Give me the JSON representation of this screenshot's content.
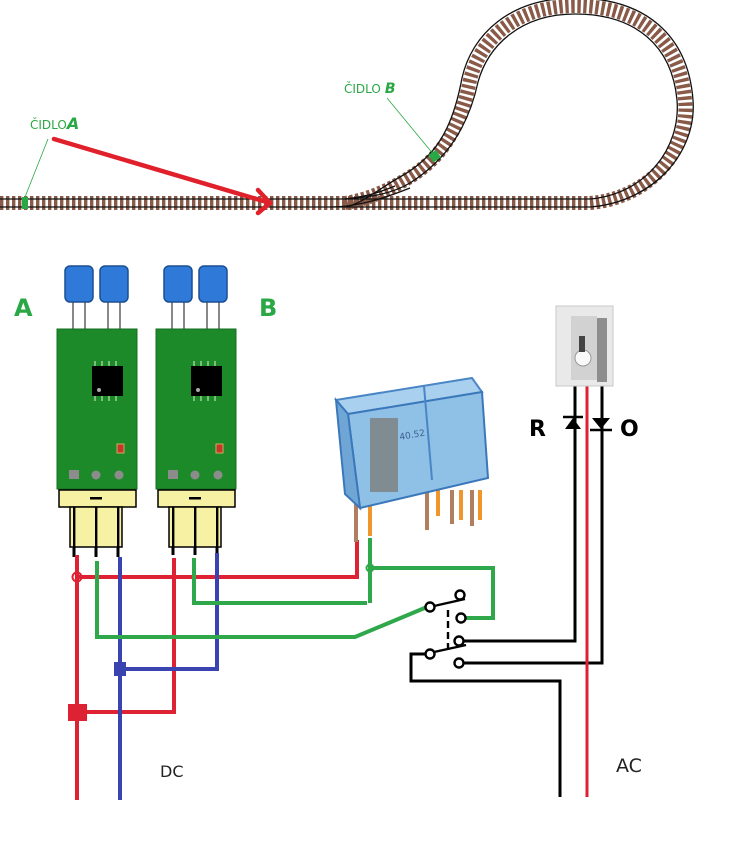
{
  "colors": {
    "track_tie": "#8a5a48",
    "rail": "#111111",
    "sensor_mark": "#2aa845",
    "label_green": "#2aa845",
    "arrow_red": "#e0202a",
    "wire_red": "#dd2233",
    "wire_green": "#2ea84a",
    "wire_blue": "#3a44b0",
    "wire_black": "#000000",
    "pcb_green": "#1d8a2a",
    "led_blue": "#2f7ad8",
    "connector_yellow": "#f6f1a3",
    "relay_blue": "#8fc0e6",
    "pin_brown": "#b07f60",
    "pin_orange": "#f0962a"
  },
  "track": {
    "sensor_a_label": "ČIDLO",
    "sensor_a_letter": "A",
    "sensor_b_label": "ČIDLO",
    "sensor_b_letter": "B"
  },
  "modules": {
    "left_label": "A",
    "right_label": "B"
  },
  "switch_motor": {
    "left_label": "R",
    "right_label": "O"
  },
  "supply": {
    "dc_label": "DC",
    "ac_label": "AC"
  },
  "relay": {
    "print_text": "40.52"
  }
}
